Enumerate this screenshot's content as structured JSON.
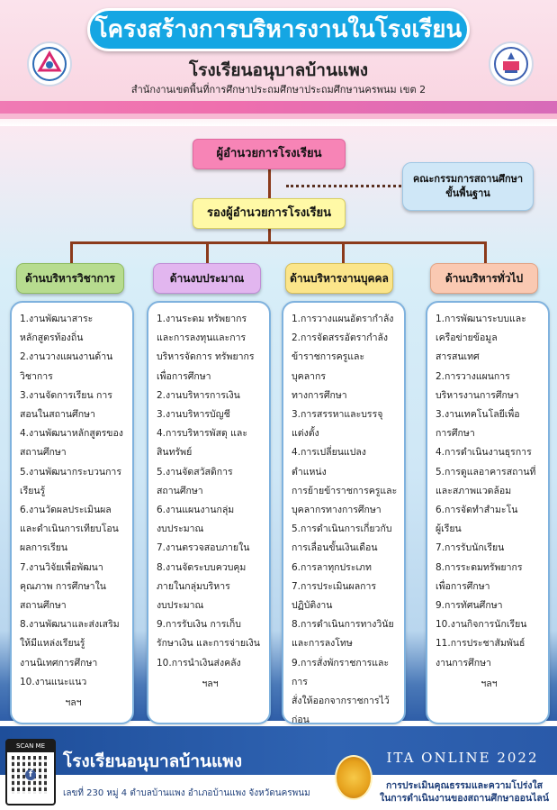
{
  "header": {
    "title": "โครงสร้างการบริหารงานในโรงเรียน",
    "school_name": "โรงเรียนอนุบาลบ้านแพง",
    "office": "สำนักงานเขตพื้นที่การศึกษาประถมศึกษาประถมศึกษานครพนม เขต 2"
  },
  "org": {
    "director": "ผู้อำนวยการโรงเรียน",
    "deputy": "รองผู้อำนวยการโรงเรียน",
    "committee_line1": "คณะกรรมการสถานศึกษา",
    "committee_line2": "ขั้นพื้นฐาน"
  },
  "departments": [
    {
      "name": "ด้านบริหารวิชาการ",
      "items": [
        "1.งานพัฒนาสาระ",
        "หลักสูตรท้องถิ่น",
        "2.งานวางแผนงานด้าน",
        "วิชาการ",
        "3.งานจัดการเรียน การ",
        "สอนในสถานศึกษา",
        "4.งานพัฒนาหลักสูตรของ",
        "สถานศึกษา",
        "5.งานพัฒนากระบวนการ",
        "เรียนรู้",
        "6.งานวัดผลประเมินผล",
        "และดำเนินการเทียบโอน",
        "ผลการเรียน",
        "7.งานวิจัยเพื่อพัฒนา",
        "คุณภาพ การศึกษาใน",
        "สถานศึกษา",
        "8.งานพัฒนาและส่งเสริม",
        "ให้มีแหล่งเรียนรู้",
        "งานนิเทศการศึกษา",
        "10.งานแนะแนว"
      ],
      "etc": "ฯลฯ"
    },
    {
      "name": "ด้านงบประมาณ",
      "items": [
        "1.งานระดม ทรัพยากร",
        "และการลงทุนและการ",
        "บริหารจัดการ ทรัพยากร",
        "เพื่อการศึกษา",
        "2.งานบริหารการเงิน",
        "3.งานบริหารบัญชี",
        "4.การบริหารพัสดุ และ",
        "สินทรัพย์",
        "5.งานจัดสวัสดิการ",
        "สถานศึกษา",
        "6.งานแผนงานกลุ่ม",
        "งบประมาณ",
        "7.งานตรวจสอบภายใน",
        "8.งานจัดระบบควบคุม",
        "ภายในกลุ่มบริหาร",
        "งบประมาณ",
        "9.การรับเงิน การเก็บ",
        "รักษาเงิน และการจ่ายเงิน",
        "10.การนำเงินส่งคลัง"
      ],
      "etc": "ฯลฯ"
    },
    {
      "name": "ด้านบริหารงานบุคคล",
      "items": [
        "1.การวางแผนอัตรากำลัง",
        "2.การจัดสรรอัตรากำลัง",
        "ข้าราชการครูและบุคลากร",
        "ทางการศึกษา",
        "3.การสรรหาและบรรจุ",
        "แต่งตั้ง",
        "4.การเปลี่ยนแปลงตำแหน่ง",
        "การย้ายข้าราชการครูและ",
        "บุคลากรทางการศึกษา",
        "5.การดำเนินการเกี่ยวกับ",
        "การเลื่อนขั้นเงินเดือน",
        "6.การลาทุกประเภท",
        "7.การประเมินผลการ",
        "ปฏิบัติงาน",
        "8.การดำเนินการทางวินัย",
        "และการลงโทษ",
        "9.การสั่งพักราชการและการ",
        "สั่งให้ออกจากราชการไว้",
        "ก่อน"
      ],
      "etc": "ฯลฯ"
    },
    {
      "name": "ด้านบริหารทั่วไป",
      "items": [
        "1.การพัฒนาระบบและ",
        "เครือข่ายข้อมูล",
        "สารสนเทศ",
        "2.การวางแผนการ",
        "บริหารงานการศึกษา",
        "3.งานเทคโนโลยีเพื่อ",
        "การศึกษา",
        "4.การดำเนินงานธุรการ",
        "5.การดูแลอาคารสถานที่",
        "และสภาพแวดล้อม",
        "6.การจัดทำสำมะโน",
        "ผู้เรียน",
        "7.การรับนักเรียน",
        "8.การระดมทรัพยากร",
        "เพื่อการศึกษา",
        "9.การทัศนศึกษา",
        "10.งานกิจการนักเรียน",
        "11.การประชาสัมพันธ์",
        "งานการศึกษา"
      ],
      "etc": "ฯลฯ"
    }
  ],
  "footer": {
    "scan_label": "SCAN ME",
    "school_name": "โรงเรียนอนุบาลบ้านแพง",
    "address": "เลขที่ 230 หมู่ 4 ตำบลบ้านแพง อำเภอบ้านแพง จังหวัดนครพนม",
    "ita_title": "ITA ONLINE 2022",
    "ita_line1": "การประเมินคุณธรรมและความโปร่งใส",
    "ita_line2": "ในการดำเนินงานของสถานศึกษาออนไลน์"
  },
  "colors": {
    "title_blue": "#15a6e3",
    "director_pink": "#f784b6",
    "deputy_yellow": "#fff9a6",
    "footer_blue": "#2f63b2"
  }
}
